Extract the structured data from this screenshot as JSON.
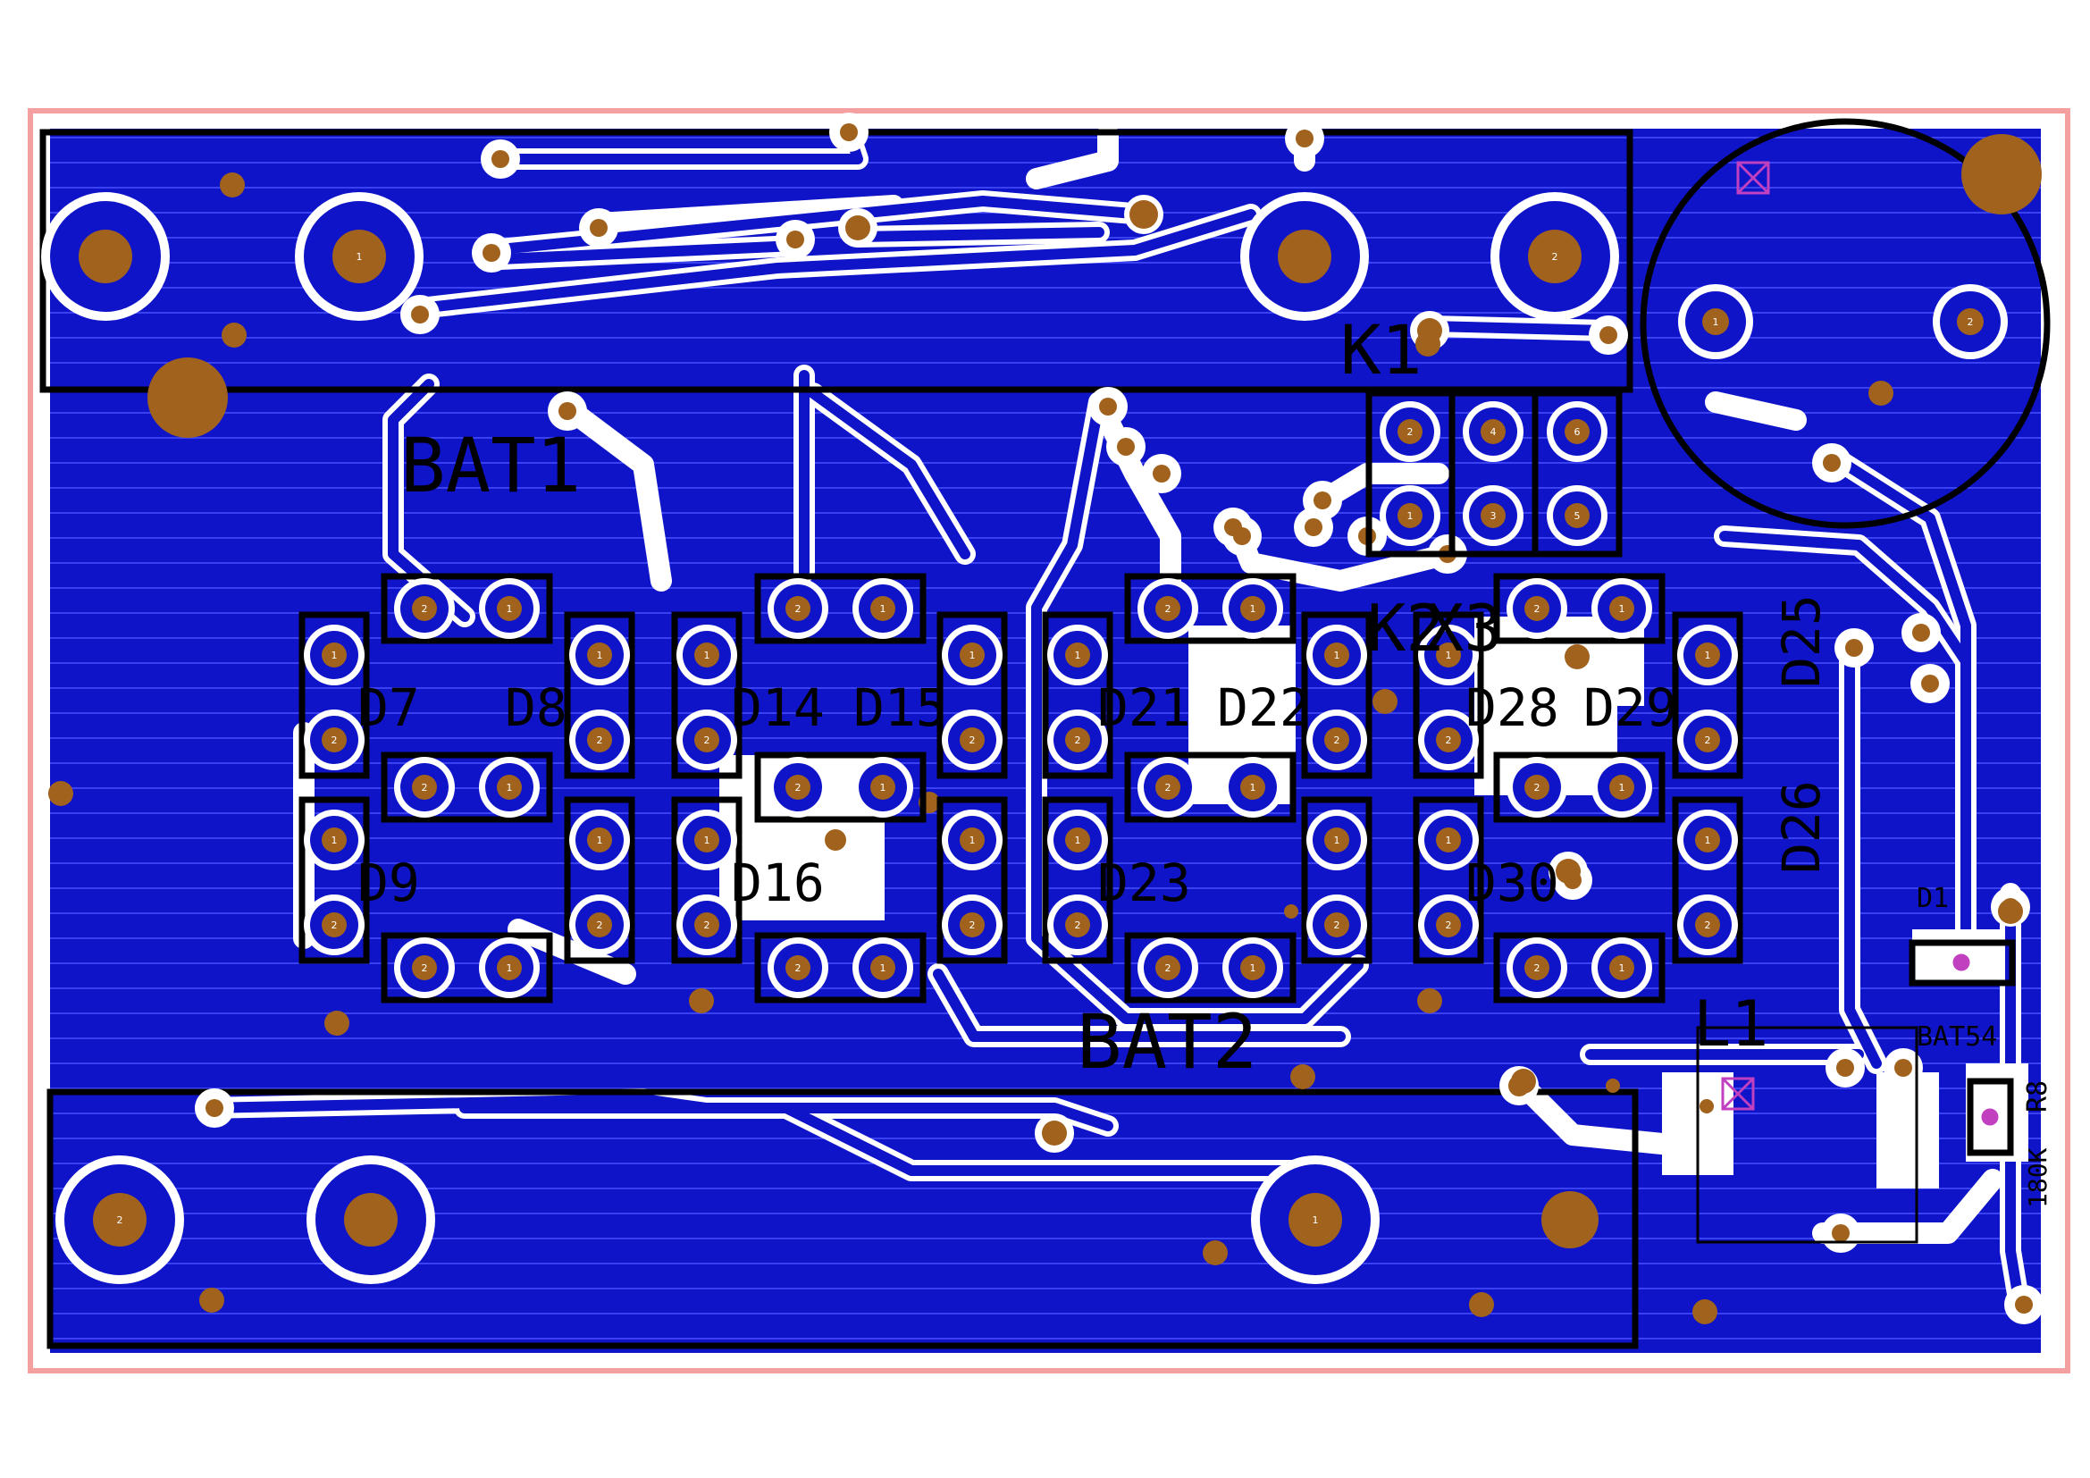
{
  "board": {
    "colors": {
      "copper": "#0f14c8",
      "copper_line": "#4850ff",
      "clearance": "#ffffff",
      "pad": "#a0621c",
      "silk": "#000000",
      "outline": "#f5a0a0",
      "via_mark": "#c040c0"
    }
  },
  "labels": {
    "bat1": "BAT1",
    "bat2": "BAT2",
    "k1": "K1",
    "k2": "K2",
    "x3": "X3",
    "l1": "L1",
    "d1": "D1",
    "bat54": "BAT54",
    "r8": "R8",
    "r8_value": "180K",
    "d7": "D7",
    "d8": "D8",
    "d9": "D9",
    "d14": "D14",
    "d15": "D15",
    "d16": "D16",
    "d21": "D21",
    "d22": "D22",
    "d23": "D23",
    "d25": "D25",
    "d26": "D26",
    "d28": "D28",
    "d29": "D29",
    "d30": "D30"
  },
  "pin_numbers": {
    "one": "1",
    "two": "2",
    "three": "3",
    "four": "4",
    "five": "5",
    "six": "6"
  }
}
